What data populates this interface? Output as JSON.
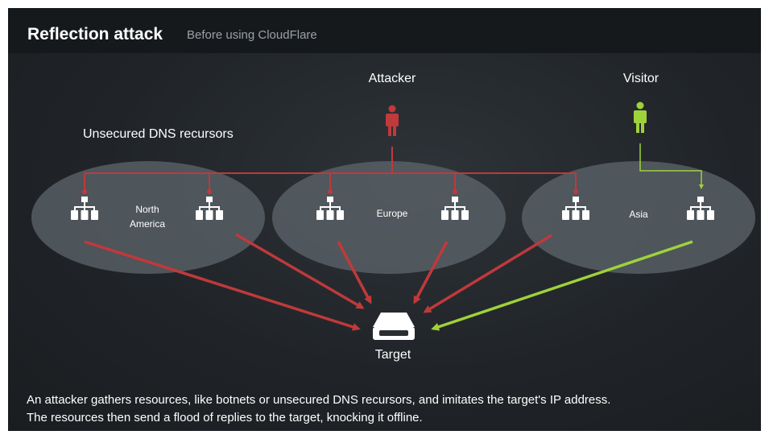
{
  "header": {
    "title": "Reflection attack",
    "subtitle": "Before using CloudFlare"
  },
  "labels": {
    "attacker": "Attacker",
    "visitor": "Visitor",
    "dns_group": "Unsecured DNS recursors",
    "target": "Target"
  },
  "regions": [
    {
      "name_line1": "North",
      "name_line2": "America"
    },
    {
      "name_line1": "Europe",
      "name_line2": ""
    },
    {
      "name_line1": "Asia",
      "name_line2": ""
    }
  ],
  "caption": {
    "line1": "An attacker gathers resources, like botnets or unsecured DNS recursors, and imitates the target's IP address.",
    "line2": "The resources then send a flood of replies to the target, knocking it offline."
  },
  "colors": {
    "attack": "#c0393b",
    "visitor": "#9fd23a",
    "region_fill": "#5d656c",
    "server": "#ffffff"
  }
}
